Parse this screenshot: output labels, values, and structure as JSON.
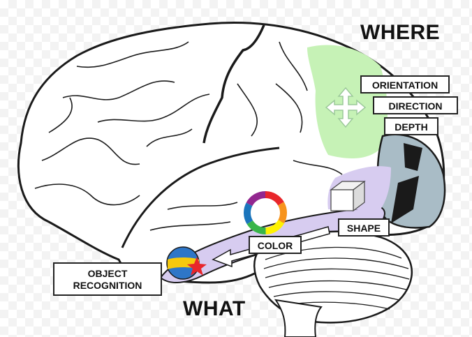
{
  "headings": {
    "where": "WHERE",
    "what": "WHAT"
  },
  "labels": {
    "orientation": "ORIENTATION",
    "direction": "DIRECTION",
    "depth": "DEPTH",
    "shape": "SHAPE",
    "color": "COLOR",
    "object_recognition_line1": "OBJECT",
    "object_recognition_line2": "RECOGNITION"
  },
  "colors": {
    "where_stream": "#c6f2b6",
    "what_stream": "#d7ccf0",
    "occipital": "#a9bcc6",
    "outline": "#1a1a1a"
  },
  "icons": [
    "four-way-arrow-icon",
    "cube-icon",
    "color-wheel-icon",
    "ball-icon",
    "arrow-icon"
  ]
}
